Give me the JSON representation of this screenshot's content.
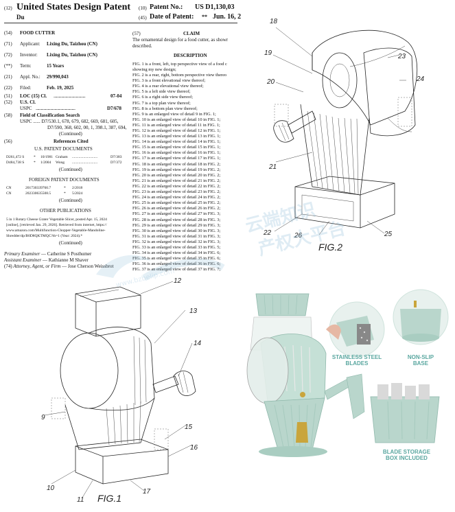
{
  "header": {
    "tag12": "(12)",
    "title": "United States Design Patent",
    "inventor_surname": "Du",
    "tag10": "(10)",
    "patent_no_label": "Patent No.:",
    "patent_no": "US D1,130,03",
    "tag45": "(45)",
    "date_label": "Date of Patent:",
    "date_stars": "**",
    "date": "Jun. 16, 2"
  },
  "left": {
    "t54": "(54)",
    "title_label": "FOOD CUTTER",
    "t71": "(71)",
    "applicant_label": "Applicant:",
    "applicant": "Lixing Du, Taizhou (CN)",
    "t72": "(72)",
    "inventor_label": "Inventor:",
    "inventor": "Lixing Du, Taizhou (CN)",
    "t_term": "(**)",
    "term_label": "Term:",
    "term": "15 Years",
    "t21": "(21)",
    "appl_label": "Appl. No.:",
    "appl": "29/990,043",
    "t22": "(22)",
    "filed_label": "Filed:",
    "filed": "Feb. 19, 2025",
    "t51": "(51)",
    "loc_label": "LOC (15) Cl.",
    "loc_dots": ".....................................",
    "loc": "07-04",
    "t52": "(52)",
    "uscl_label": "U.S. Cl.",
    "uspc_label": "USPC",
    "uspc_dots": "..............................................",
    "uspc": "D7/678",
    "t58": "(58)",
    "field_label": "Field of Classification Search",
    "field_line1": "USPC ...... D7/530.1, 678, 679, 682, 669, 681, 605,",
    "field_line2": "D7/590, 368, 602, 00, 1, 398.1, 387, 694,",
    "continued": "(Continued)",
    "t56": "(56)",
    "refs_cited": "References Cited",
    "us_docs_title": "U.S. PATENT DOCUMENTS",
    "us_docs": [
      {
        "no": "D261,472 S",
        "star": "*",
        "date": "10/1981",
        "name": "Graham",
        "cls": "D7/383"
      },
      {
        "no": "D484,738 S",
        "star": "*",
        "date": "1/2004",
        "name": "Wong",
        "cls": "D7/372"
      }
    ],
    "foreign_title": "FOREIGN PATENT DOCUMENTS",
    "foreign_docs": [
      {
        "cc": "CN",
        "no": "201730339760.7",
        "star": "*",
        "date": "2/2018"
      },
      {
        "cc": "CN",
        "no": "202330635508.5",
        "star": "*",
        "date": "5/2024"
      }
    ],
    "other_pub_title": "OTHER PUBLICATIONS",
    "other_pub_lines": [
      "5 in 1 Rotary Cheese Grater Vegetable Slicer, posted Apr. 15, 2024",
      "[online], [retrieved Jan. 29, 2026]. Retrieved from internet, https://",
      "www.amazon.com/Multifunction-Chopper-Vegetable-Mandoline-",
      "Shredder/dp/B0D8QKTMQC?th=1 (Year: 2024).*"
    ],
    "primary_label": "Primary Examiner",
    "primary": "— Catherine S Posthumer",
    "assistant_label": "Assistant Examiner",
    "assistant": "— Kathianne M Shaver",
    "t74": "(74)",
    "attorney_label": "Attorney, Agent, or Firm",
    "attorney": "— Jose Cherson Weissbrot"
  },
  "right": {
    "t57": "(57)",
    "claim_title": "CLAIM",
    "claim_line1": "The ornamental design for a food cutter, as showr",
    "claim_line2": "described.",
    "desc_title": "DESCRIPTION",
    "fig_lines": [
      "FIG. 1 is a front, left, top perspective view of a food c",
      "showing my new design;",
      "FIG. 2 is a rear, right, bottom perspective view thereo",
      "FIG. 3 is a front elevational view thereof;",
      "FIG. 4 is a rear elevational view thereof;",
      "FIG. 5 is a left side view thereof;",
      "FIG. 6 is a right side view thereof;",
      "FIG. 7 is a top plan view thereof;",
      "FIG. 8 is a bottom plan view thereof;",
      "FIG. 9 is an enlarged view of detail 9 in FIG. 1;",
      "FIG. 10 is an enlarged view of detail 10 in FIG. 1;",
      "FIG. 11 is an enlarged view of detail 11 in FIG. 1;",
      "FIG. 12 is an enlarged view of detail 12 in FIG. 1;",
      "FIG. 13 is an enlarged view of detail 13 in FIG. 1;",
      "FIG. 14 is an enlarged view of detail 14 in FIG. 1;",
      "FIG. 15 is an enlarged view of detail 15 in FIG. 1;",
      "FIG. 16 is an enlarged view of detail 16 in FIG. 1;",
      "FIG. 17 is an enlarged view of detail 17 in FIG. 1;",
      "FIG. 18 is an enlarged view of detail 18 in FIG. 2;",
      "FIG. 19 is an enlarged view of detail 19 in FIG. 2;",
      "FIG. 20 is an enlarged view of detail 20 in FIG. 2;",
      "FIG. 21 is an enlarged view of detail 21 in FIG. 2;",
      "FIG. 22 is an enlarged view of detail 22 in FIG. 2;",
      "FIG. 23 is an enlarged view of detail 23 in FIG. 2;",
      "FIG. 24 is an enlarged view of detail 24 in FIG. 2;",
      "FIG. 25 is an enlarged view of detail 25 in FIG. 2;",
      "FIG. 26 is an enlarged view of detail 26 in FIG. 2;",
      "FIG. 27 is an enlarged view of detail 27 in FIG. 3;",
      "FIG. 28 is an enlarged view of detail 28 in FIG. 3;",
      "FIG. 29 is an enlarged view of detail 29 in FIG. 3;",
      "FIG. 30 is an enlarged view of detail 30 in FIG. 3;",
      "FIG. 31 is an enlarged view of detail 31 in FIG. 3;",
      "FIG. 32 is an enlarged view of detail 32 in FIG. 3;",
      "FIG. 33 is an enlarged view of detail 33 in FIG. 5;",
      "FIG. 34 is an enlarged view of detail 34 in FIG. 6;",
      "FIG. 35 is an enlarged view of detail 35 in FIG. 6;",
      "FIG. 36 is an enlarged view of detail 36 in FIG. 6;",
      "FIG. 37 is an enlarged view of detail 37 in FIG. 7;"
    ]
  },
  "figures": {
    "fig1_label": "FIG.1",
    "fig2_label": "FIG.2",
    "fig1_refs": [
      "12",
      "13",
      "14",
      "9",
      "15",
      "16",
      "10",
      "11",
      "17"
    ],
    "fig2_refs": [
      "18",
      "19",
      "20",
      "23",
      "24",
      "21",
      "22",
      "26",
      "25"
    ]
  },
  "photo": {
    "blades_label_1": "STAINLESS STEEL",
    "blades_label_2": "BLADES",
    "base_label_1": "NON-SLIP",
    "base_label_2": "BASE",
    "storage_label_1": "BLADE STORAGE",
    "storage_label_2": "BOX INCLUDED",
    "accent_color": "#5aa7a0",
    "body_color": "#b9d6cc",
    "gold_color": "#c9a53c"
  },
  "watermark": {
    "cn_line1": "云端知识",
    "cn_line2": "产权大平台",
    "url": "www.bzbelip.com"
  }
}
